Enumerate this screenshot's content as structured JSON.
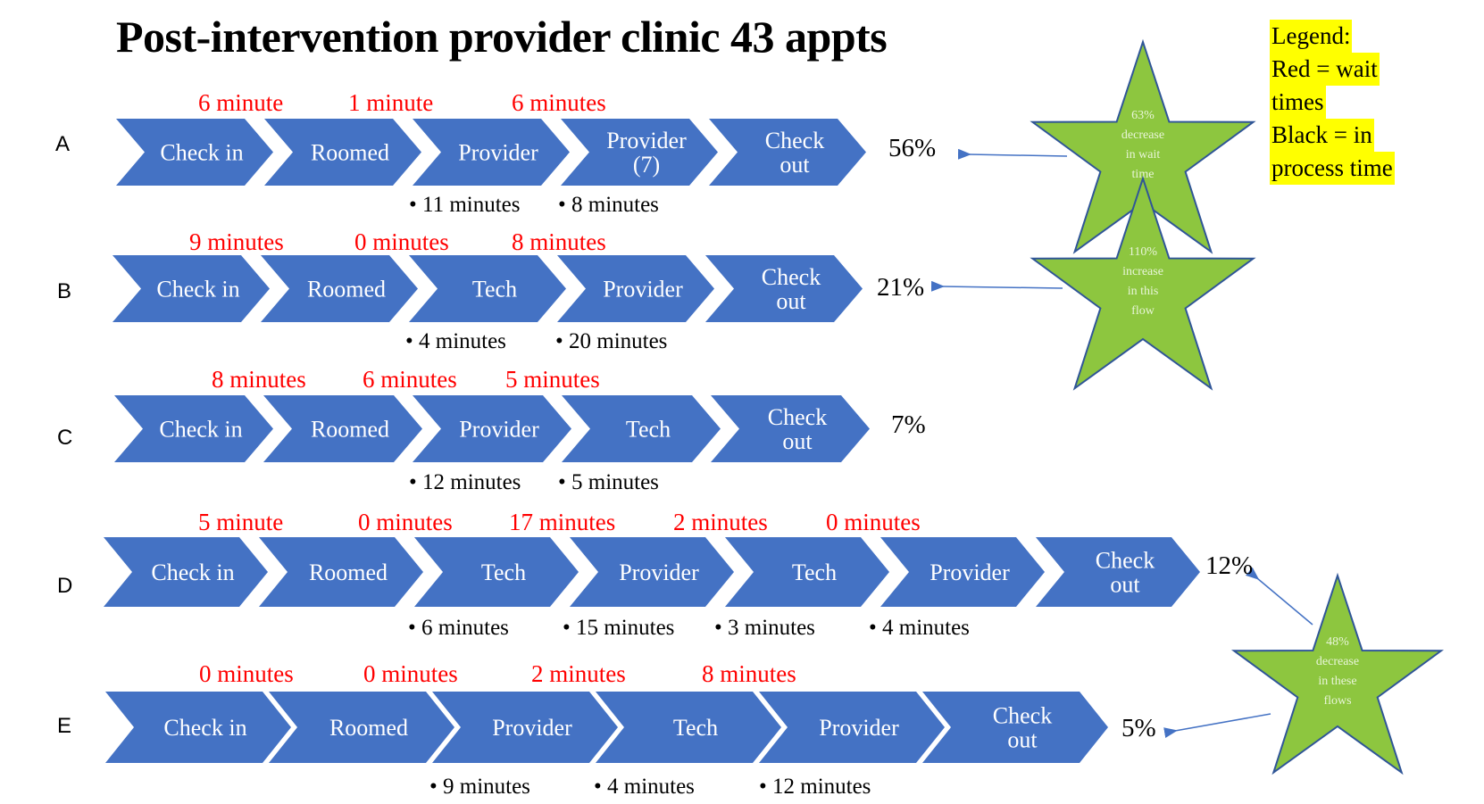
{
  "title": "Post-intervention provider clinic 43 appts",
  "legend": {
    "lines": [
      "Legend:",
      "Red = wait",
      "times",
      "Black =  in",
      "process time"
    ],
    "highlight_color": "#ffff00"
  },
  "colors": {
    "chevron_fill": "#4472c4",
    "wait_text": "#ff0000",
    "process_text": "#000000",
    "star_fill": "#8dc63f",
    "star_stroke": "#2f5597",
    "arrow": "#4472c4"
  },
  "rows": [
    {
      "label": "A",
      "steps": [
        "Check in",
        "Roomed",
        "Provider",
        "Provider\n(7)",
        "Check\nout"
      ],
      "wait_times": [
        "6 minute",
        "1 minute",
        "6 minutes"
      ],
      "process_times": [
        "• 11 minutes",
        "• 8 minutes"
      ],
      "percent": "56%"
    },
    {
      "label": "B",
      "steps": [
        "Check in",
        "Roomed",
        "Tech",
        "Provider",
        "Check\nout"
      ],
      "wait_times": [
        "9 minutes",
        "0 minutes",
        "8 minutes"
      ],
      "process_times": [
        "• 4 minutes",
        "• 20 minutes"
      ],
      "percent": "21%"
    },
    {
      "label": "C",
      "steps": [
        "Check in",
        "Roomed",
        "Provider",
        "Tech",
        "Check\nout"
      ],
      "wait_times": [
        "8 minutes",
        "6 minutes",
        "5 minutes"
      ],
      "process_times": [
        "• 12 minutes",
        "• 5 minutes"
      ],
      "percent": "7%"
    },
    {
      "label": "D",
      "steps": [
        "Check in",
        "Roomed",
        "Tech",
        "Provider",
        "Tech",
        "Provider",
        "Check\nout"
      ],
      "wait_times": [
        "5 minute",
        "0 minutes",
        "17 minutes",
        "2 minutes",
        "0 minutes"
      ],
      "process_times": [
        "• 6 minutes",
        "• 15 minutes",
        "• 3 minutes",
        "• 4 minutes"
      ],
      "percent": "12%"
    },
    {
      "label": "E",
      "steps": [
        "Check in",
        "Roomed",
        "Provider",
        "Tech",
        "Provider",
        "Check\nout"
      ],
      "wait_times": [
        "0 minutes",
        "0 minutes",
        "2 minutes",
        "8 minutes"
      ],
      "process_times": [
        "• 9 minutes",
        "• 4 minutes",
        "• 12 minutes"
      ],
      "percent": "5%"
    }
  ],
  "callouts": [
    {
      "lines": [
        "63%",
        "decrease",
        "in wait",
        "time"
      ],
      "points_to": "A"
    },
    {
      "lines": [
        "110%",
        "increase",
        "in this",
        "flow"
      ],
      "points_to": "B"
    },
    {
      "lines": [
        "48%",
        "decrease",
        "in these",
        "flows"
      ],
      "points_to": [
        "D",
        "E"
      ]
    }
  ]
}
